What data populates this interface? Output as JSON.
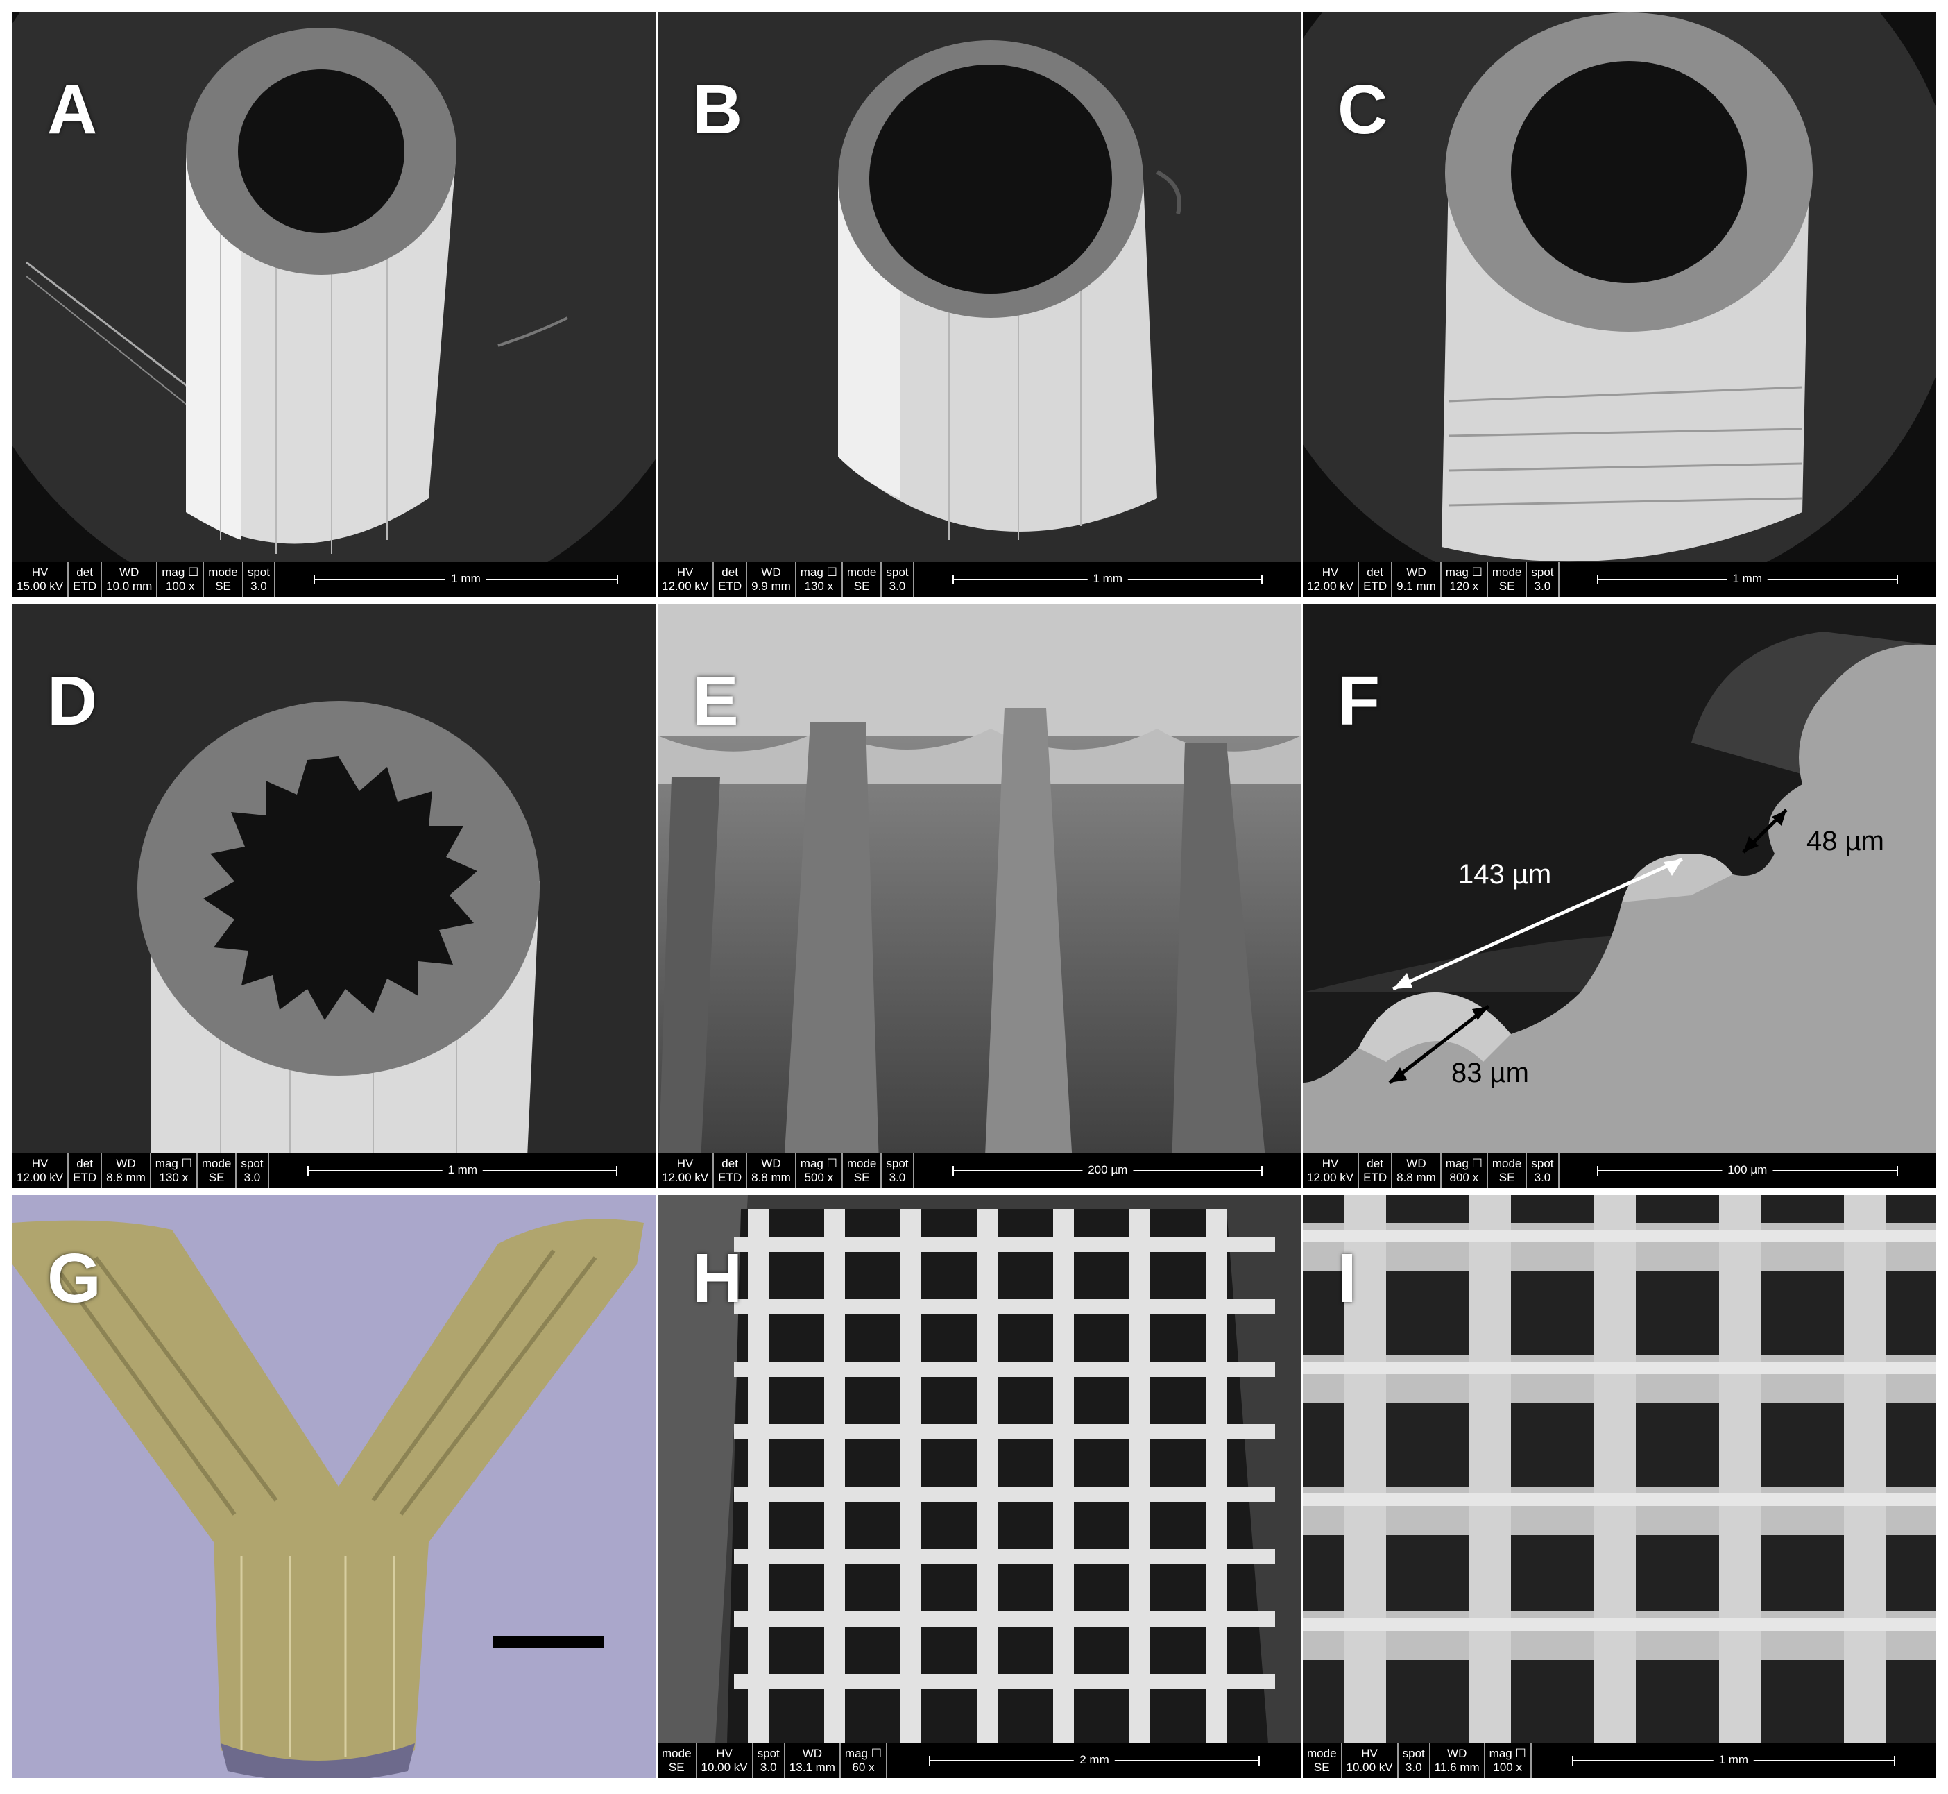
{
  "panels": [
    {
      "letter": "A",
      "bar": {
        "cols": [
          [
            "HV",
            "15.00 kV"
          ],
          [
            "det",
            "ETD"
          ],
          [
            "WD",
            "10.0 mm"
          ],
          [
            "mag ☐",
            "100 x"
          ],
          [
            "mode",
            "SE"
          ],
          [
            "spot",
            "3.0"
          ]
        ],
        "scale": "1 mm"
      }
    },
    {
      "letter": "B",
      "bar": {
        "cols": [
          [
            "HV",
            "12.00 kV"
          ],
          [
            "det",
            "ETD"
          ],
          [
            "WD",
            "9.9 mm"
          ],
          [
            "mag ☐",
            "130 x"
          ],
          [
            "mode",
            "SE"
          ],
          [
            "spot",
            "3.0"
          ]
        ],
        "scale": "1 mm"
      }
    },
    {
      "letter": "C",
      "bar": {
        "cols": [
          [
            "HV",
            "12.00 kV"
          ],
          [
            "det",
            "ETD"
          ],
          [
            "WD",
            "9.1 mm"
          ],
          [
            "mag ☐",
            "120 x"
          ],
          [
            "mode",
            "SE"
          ],
          [
            "spot",
            "3.0"
          ]
        ],
        "scale": "1 mm"
      }
    },
    {
      "letter": "D",
      "bar": {
        "cols": [
          [
            "HV",
            "12.00 kV"
          ],
          [
            "det",
            "ETD"
          ],
          [
            "WD",
            "8.8 mm"
          ],
          [
            "mag ☐",
            "130 x"
          ],
          [
            "mode",
            "SE"
          ],
          [
            "spot",
            "3.0"
          ]
        ],
        "scale": "1 mm"
      }
    },
    {
      "letter": "E",
      "bar": {
        "cols": [
          [
            "HV",
            "12.00 kV"
          ],
          [
            "det",
            "ETD"
          ],
          [
            "WD",
            "8.8 mm"
          ],
          [
            "mag ☐",
            "500 x"
          ],
          [
            "mode",
            "SE"
          ],
          [
            "spot",
            "3.0"
          ]
        ],
        "scale": "200 µm"
      }
    },
    {
      "letter": "F",
      "bar": {
        "cols": [
          [
            "HV",
            "12.00 kV"
          ],
          [
            "det",
            "ETD"
          ],
          [
            "WD",
            "8.8 mm"
          ],
          [
            "mag ☐",
            "800 x"
          ],
          [
            "mode",
            "SE"
          ],
          [
            "spot",
            "3.0"
          ]
        ],
        "scale": "100 µm"
      },
      "measurements": [
        "143 µm",
        "48 µm",
        "83 µm"
      ]
    },
    {
      "letter": "G"
    },
    {
      "letter": "H",
      "bar": {
        "cols": [
          [
            "mode",
            "SE"
          ],
          [
            "HV",
            "10.00 kV"
          ],
          [
            "spot",
            "3.0"
          ],
          [
            "WD",
            "13.1 mm"
          ],
          [
            "mag ☐",
            "60 x"
          ]
        ],
        "scale": "2 mm"
      }
    },
    {
      "letter": "I",
      "bar": {
        "cols": [
          [
            "mode",
            "SE"
          ],
          [
            "HV",
            "10.00 kV"
          ],
          [
            "spot",
            "3.0"
          ],
          [
            "WD",
            "11.6 mm"
          ],
          [
            "mag ☐",
            "100 x"
          ]
        ],
        "scale": "1 mm"
      }
    }
  ],
  "colors": {
    "sem_bg": "#2b2b2b",
    "tube": "#d9d9d9",
    "photo_bg": "#a9a6c9",
    "photo_obj": "#b2a76a"
  }
}
